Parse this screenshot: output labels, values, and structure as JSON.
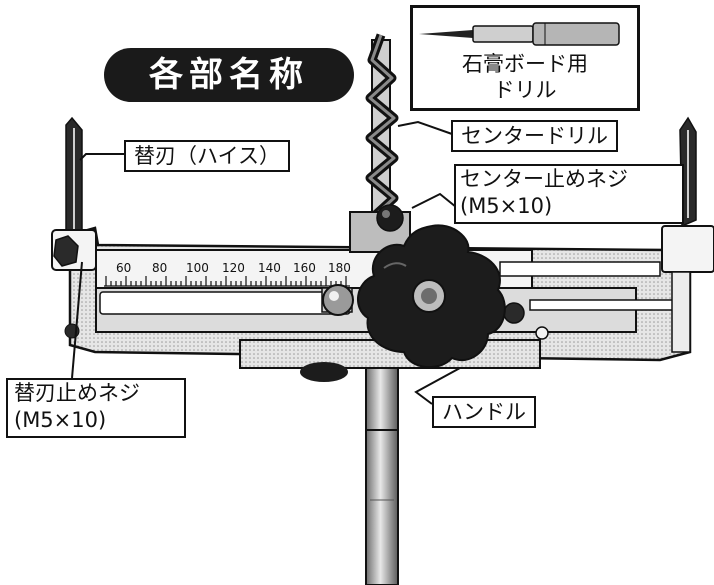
{
  "title": "各部名称",
  "inset": {
    "line1": "石膏ボード用",
    "line2": "ドリル"
  },
  "labels": {
    "blade": "替刃（ハイス）",
    "center_drill": "センタードリル",
    "center_screw_line1": "センター止めネジ",
    "center_screw_line2": "(M5×10)",
    "blade_screw_line1": "替刃止めネジ",
    "blade_screw_line2": "(M5×10)",
    "handle": "ハンドル"
  },
  "scale": {
    "ticks": [
      "60",
      "80",
      "100",
      "120",
      "140",
      "160",
      "180"
    ]
  }
}
